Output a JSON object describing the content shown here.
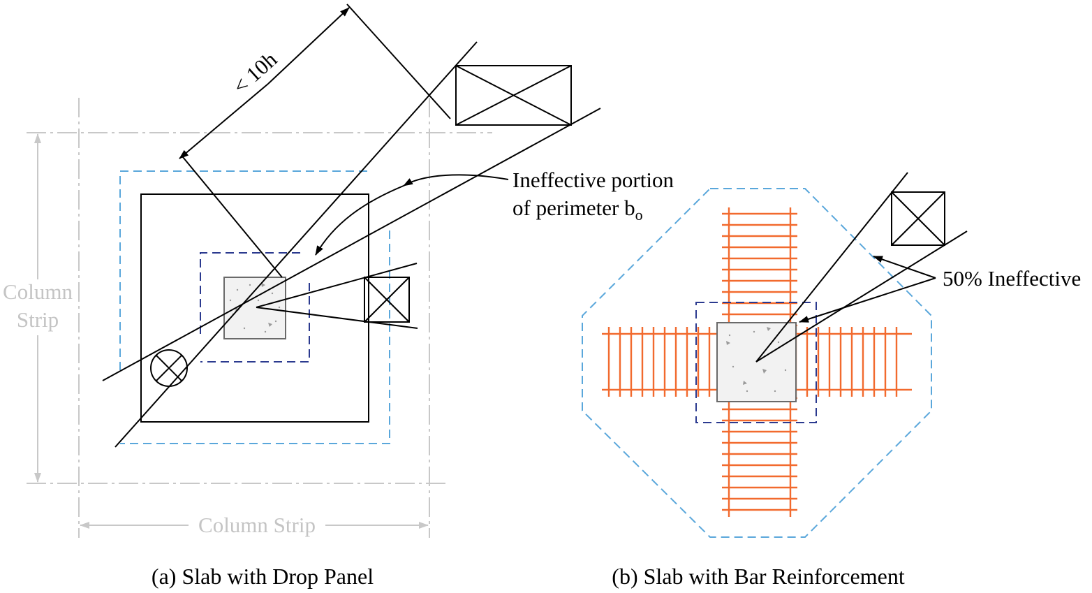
{
  "panel_a": {
    "caption": "(a)  Slab with Drop Panel",
    "dimension_label": "< 10h",
    "column_strip_vertical_line1": "Column",
    "column_strip_vertical_line2": "Strip",
    "column_strip_horizontal": "Column Strip",
    "annotation_line1": "Ineffective portion",
    "annotation_line2_prefix": "of perimeter b",
    "annotation_line2_subscript": "o"
  },
  "panel_b": {
    "caption": "(b)  Slab with Bar Reinforcement",
    "annotation": "50% Ineffective"
  },
  "colors": {
    "outline": "#000000",
    "centerline_grey": "#c8c8c8",
    "critical_perimeter_outer": "#5aa7db",
    "critical_perimeter_inner": "#2b3a8f",
    "reinforcement": "#f26a2e",
    "column_fill": "#f2f2f2"
  }
}
